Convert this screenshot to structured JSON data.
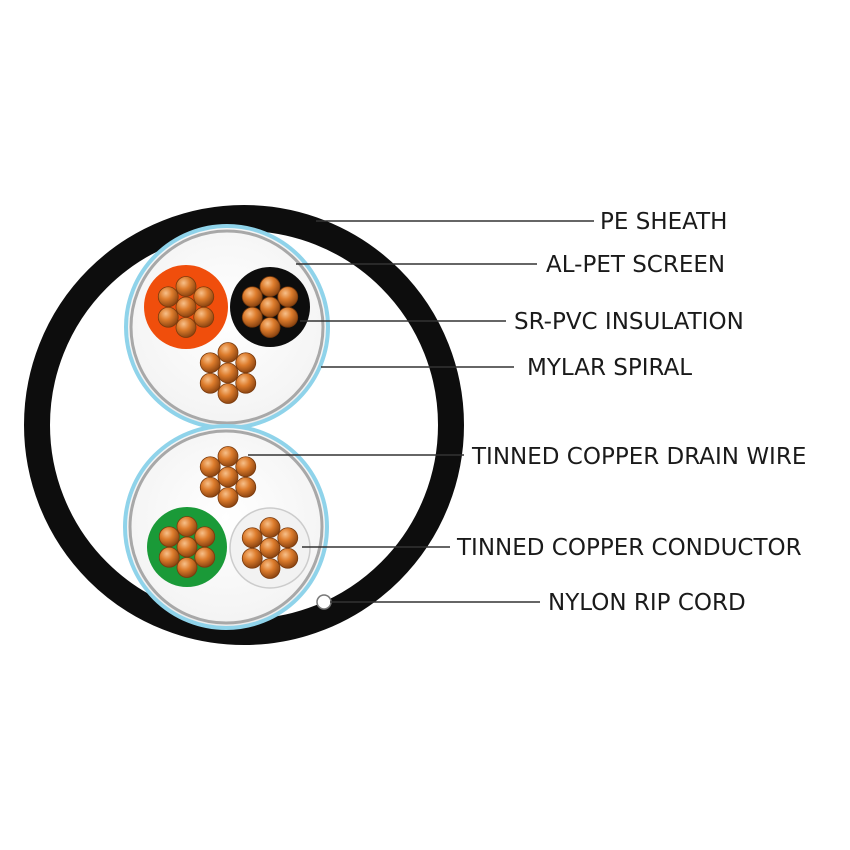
{
  "callouts": [
    {
      "id": "pe-sheath",
      "label": "PE SHEATH"
    },
    {
      "id": "al-pet-screen",
      "label": "AL-PET SCREEN"
    },
    {
      "id": "sr-pvc-insulation",
      "label": "SR-PVC INSULATION"
    },
    {
      "id": "mylar-spiral",
      "label": "MYLAR SPIRAL"
    },
    {
      "id": "tinned-copper-drain-wire",
      "label": "TINNED COPPER DRAIN WIRE"
    },
    {
      "id": "tinned-copper-conductor",
      "label": "TINNED COPPER CONDUCTOR"
    },
    {
      "id": "nylon-rip-cord",
      "label": "NYLON RIP CORD"
    }
  ],
  "colors": {
    "sheath": "#0d0d0d",
    "screen": "#8fd3ea",
    "mylar": "#9a9a9a",
    "insulation_orange": "#f04e0c",
    "insulation_black": "#0d0d0d",
    "insulation_green": "#1a9a38",
    "insulation_white": "#f2f2f2",
    "copper": "#d9782a",
    "copper_highlight": "#f5b070",
    "copper_dark": "#8a4310"
  }
}
